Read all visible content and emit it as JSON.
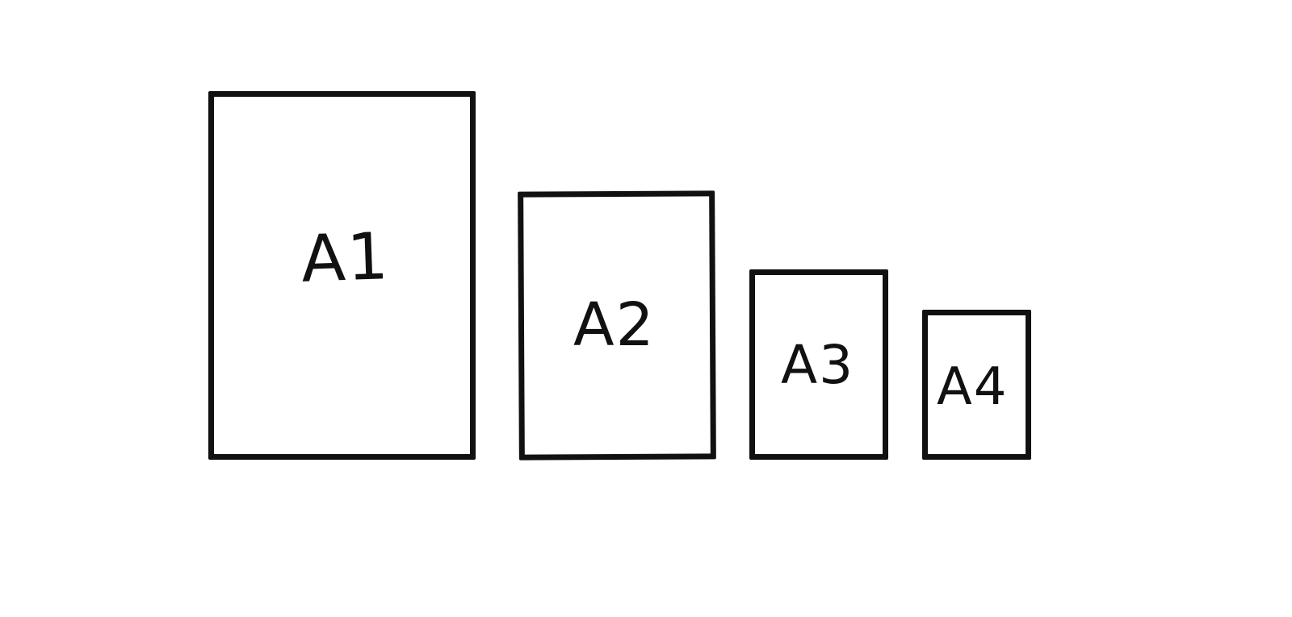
{
  "sheets": [
    {
      "label": "A1"
    },
    {
      "label": "A2"
    },
    {
      "label": "A3"
    },
    {
      "label": "A4"
    }
  ],
  "colors": {
    "stroke": "#111111",
    "background": "#ffffff"
  }
}
